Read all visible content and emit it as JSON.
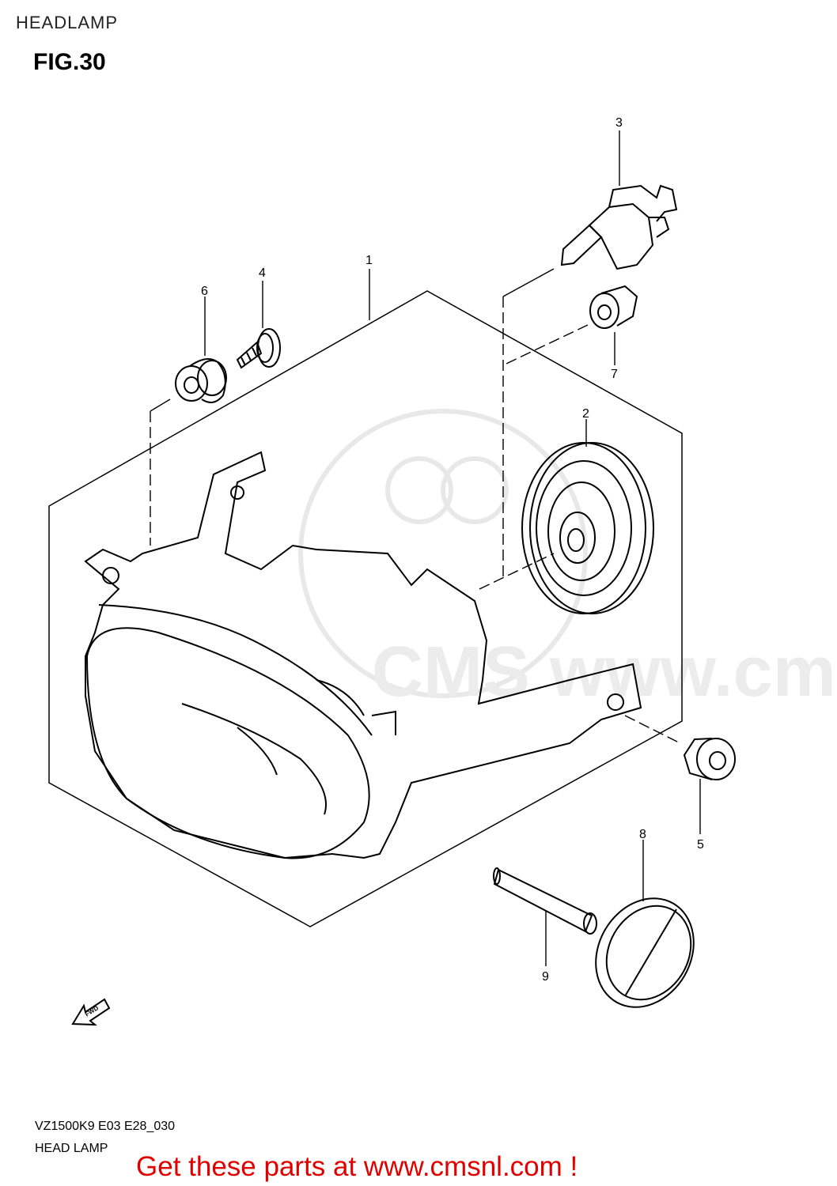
{
  "header": "HEADLAMP",
  "figure": "FIG.30",
  "callouts": [
    "1",
    "2",
    "3",
    "4",
    "5",
    "6",
    "7",
    "8",
    "9"
  ],
  "fwd_arrow_label": "FWD",
  "watermark": "CMS www.cmsnl.com",
  "footer": {
    "code": "VZ1500K9 E03 E28_030",
    "subtitle": "HEAD LAMP",
    "cta": "Get these parts at www.cmsnl.com !"
  },
  "colors": {
    "cta": "#e00000",
    "line": "#000000",
    "watermark": "#cccccc"
  }
}
